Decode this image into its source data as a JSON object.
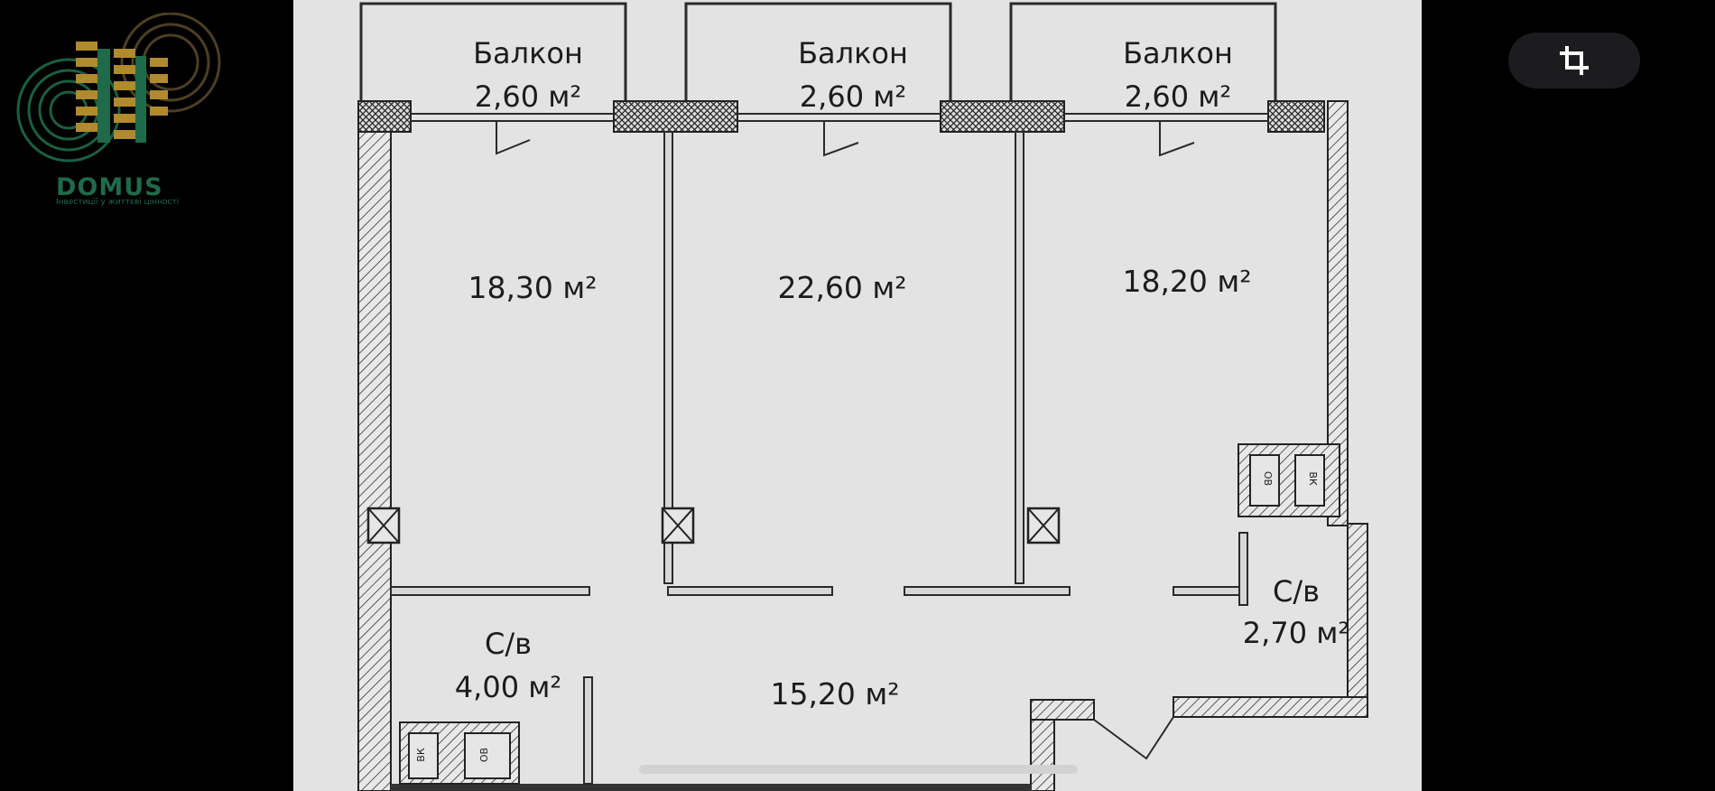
{
  "watermark": {
    "brand": "DOMUS",
    "tagline": "Інвестиції у життєві цінності"
  },
  "toolbar": {
    "crop_icon": "crop-icon"
  },
  "floorplan": {
    "balconies": [
      {
        "label": "Балкон",
        "area": "2,60 м²"
      },
      {
        "label": "Балкон",
        "area": "2,60 м²"
      },
      {
        "label": "Балкон",
        "area": "2,60 м²"
      }
    ],
    "rooms": [
      {
        "area": "18,30 м²"
      },
      {
        "area": "22,60 м²"
      },
      {
        "area": "18,20 м²"
      },
      {
        "area": "15,20 м²"
      }
    ],
    "bathrooms": [
      {
        "label": "С/в",
        "area": "4,00 м²"
      },
      {
        "label": "С/в",
        "area": "2,70 м²"
      }
    ],
    "riser_labels": {
      "left": "ВК",
      "right": "ОВ"
    }
  },
  "colors": {
    "background": "#000000",
    "paper": "#e3e3e4",
    "wall": "#2a2a2a",
    "logo_green": "#1f6a4a",
    "logo_gold": "#b08a2c"
  }
}
